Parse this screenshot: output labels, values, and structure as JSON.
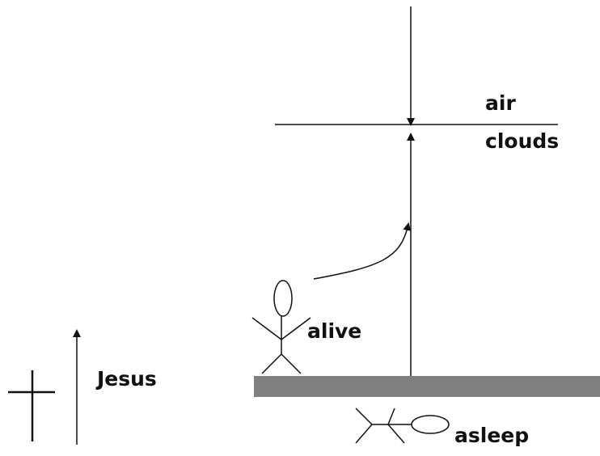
{
  "labels": {
    "air": "air",
    "clouds": "clouds",
    "alive": "alive",
    "jesus": "Jesus",
    "asleep": "asleep"
  },
  "colors": {
    "ink": "#111111",
    "ground": "#808080",
    "background": "#ffffff"
  }
}
